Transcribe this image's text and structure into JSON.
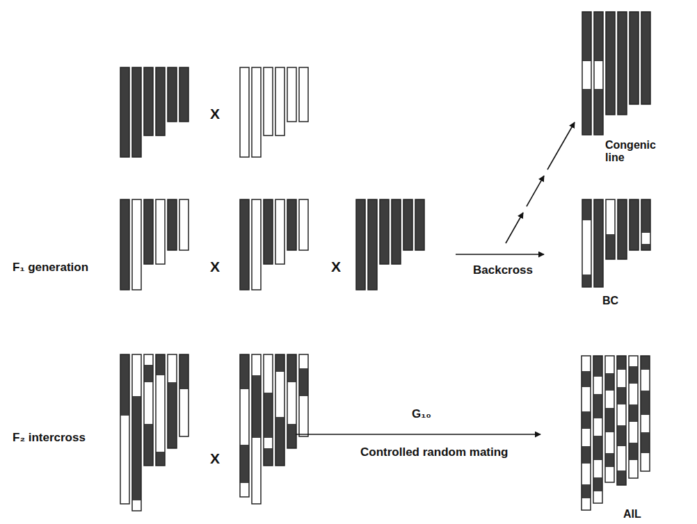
{
  "diagram": {
    "nodes": [
      {
        "text": [
          "Congenic line"
        ]
      },
      {
        "text": [
          "BC"
        ]
      },
      {
        "text": [
          "AIL"
        ]
      }
    ],
    "labels": [
      "X",
      "F₁ generation",
      "X",
      "X",
      "Backcross",
      "F₂ intercross",
      "X",
      "G₁₀",
      "Controlled random mating"
    ]
  }
}
